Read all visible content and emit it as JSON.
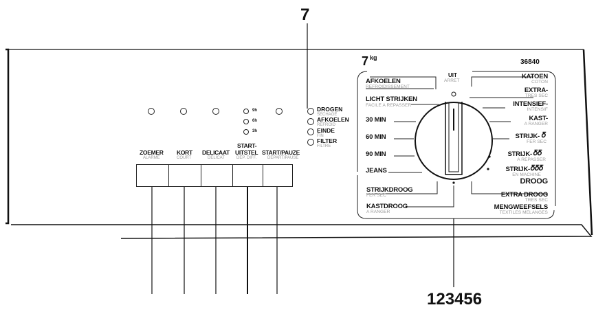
{
  "callouts": {
    "top": "7",
    "bottom": "123456"
  },
  "capacity": {
    "value": "7",
    "unit": "kg"
  },
  "model_number": "36840",
  "dial_off": {
    "label": "UIT",
    "sub": "ARRET"
  },
  "left_programs": [
    {
      "label": "AFKOELEN",
      "sub": "REFROIDISSEMENT"
    },
    {
      "label": "LICHT STRIJKEN",
      "sub": "FACILE A REPASSER"
    },
    {
      "label": "30 MIN",
      "sub": ""
    },
    {
      "label": "60 MIN",
      "sub": ""
    },
    {
      "label": "90 MIN",
      "sub": ""
    },
    {
      "label": "JEANS",
      "sub": ""
    }
  ],
  "right_programs": [
    {
      "label": "KATOEN",
      "sub": "COTON"
    },
    {
      "label": "EXTRA-",
      "sub": "TRES SEC"
    },
    {
      "label": "INTENSIEF-",
      "sub": "INTENSIF"
    },
    {
      "label": "KAST-",
      "sub": "A RANGER"
    },
    {
      "label": "STRIJK-",
      "sub": "FER SEC"
    },
    {
      "label": "STRIJK-",
      "sub": "A REPASSER"
    },
    {
      "label": "STRIJK-",
      "sub": "EN MACHINE"
    },
    {
      "label": "DROOG",
      "sub": ""
    }
  ],
  "bottom_programs": {
    "left": [
      {
        "label": "STRIJKDROOG",
        "sub": "FER SEC"
      },
      {
        "label": "KASTDROOG",
        "sub": "A RANGER"
      }
    ],
    "right": [
      {
        "label": "EXTRA DROOG",
        "sub": "TRES SEC"
      },
      {
        "label": "MENGWEEFSELS",
        "sub": "TEXTILES MELANGES"
      }
    ]
  },
  "buttons": [
    {
      "label": "ZOEMER",
      "sub": "ALARME"
    },
    {
      "label": "KORT",
      "sub": "COURT"
    },
    {
      "label": "DELICAAT",
      "sub": "DELICAT"
    },
    {
      "label": "START-",
      "label2": "UITSTEL",
      "sub": "DEP. DIFF."
    },
    {
      "label": "START/PAUZE",
      "sub": "DEPART/PAUSE"
    }
  ],
  "delay_options": [
    "9h",
    "6h",
    "3h"
  ],
  "indicators": [
    {
      "label": "DROGEN",
      "sub": "SECHAGE"
    },
    {
      "label": "AFKOELEN",
      "sub": "REFROID"
    },
    {
      "label": "EINDE",
      "sub": "FIN"
    },
    {
      "label": "FILTER",
      "sub": "FILTRE"
    }
  ]
}
